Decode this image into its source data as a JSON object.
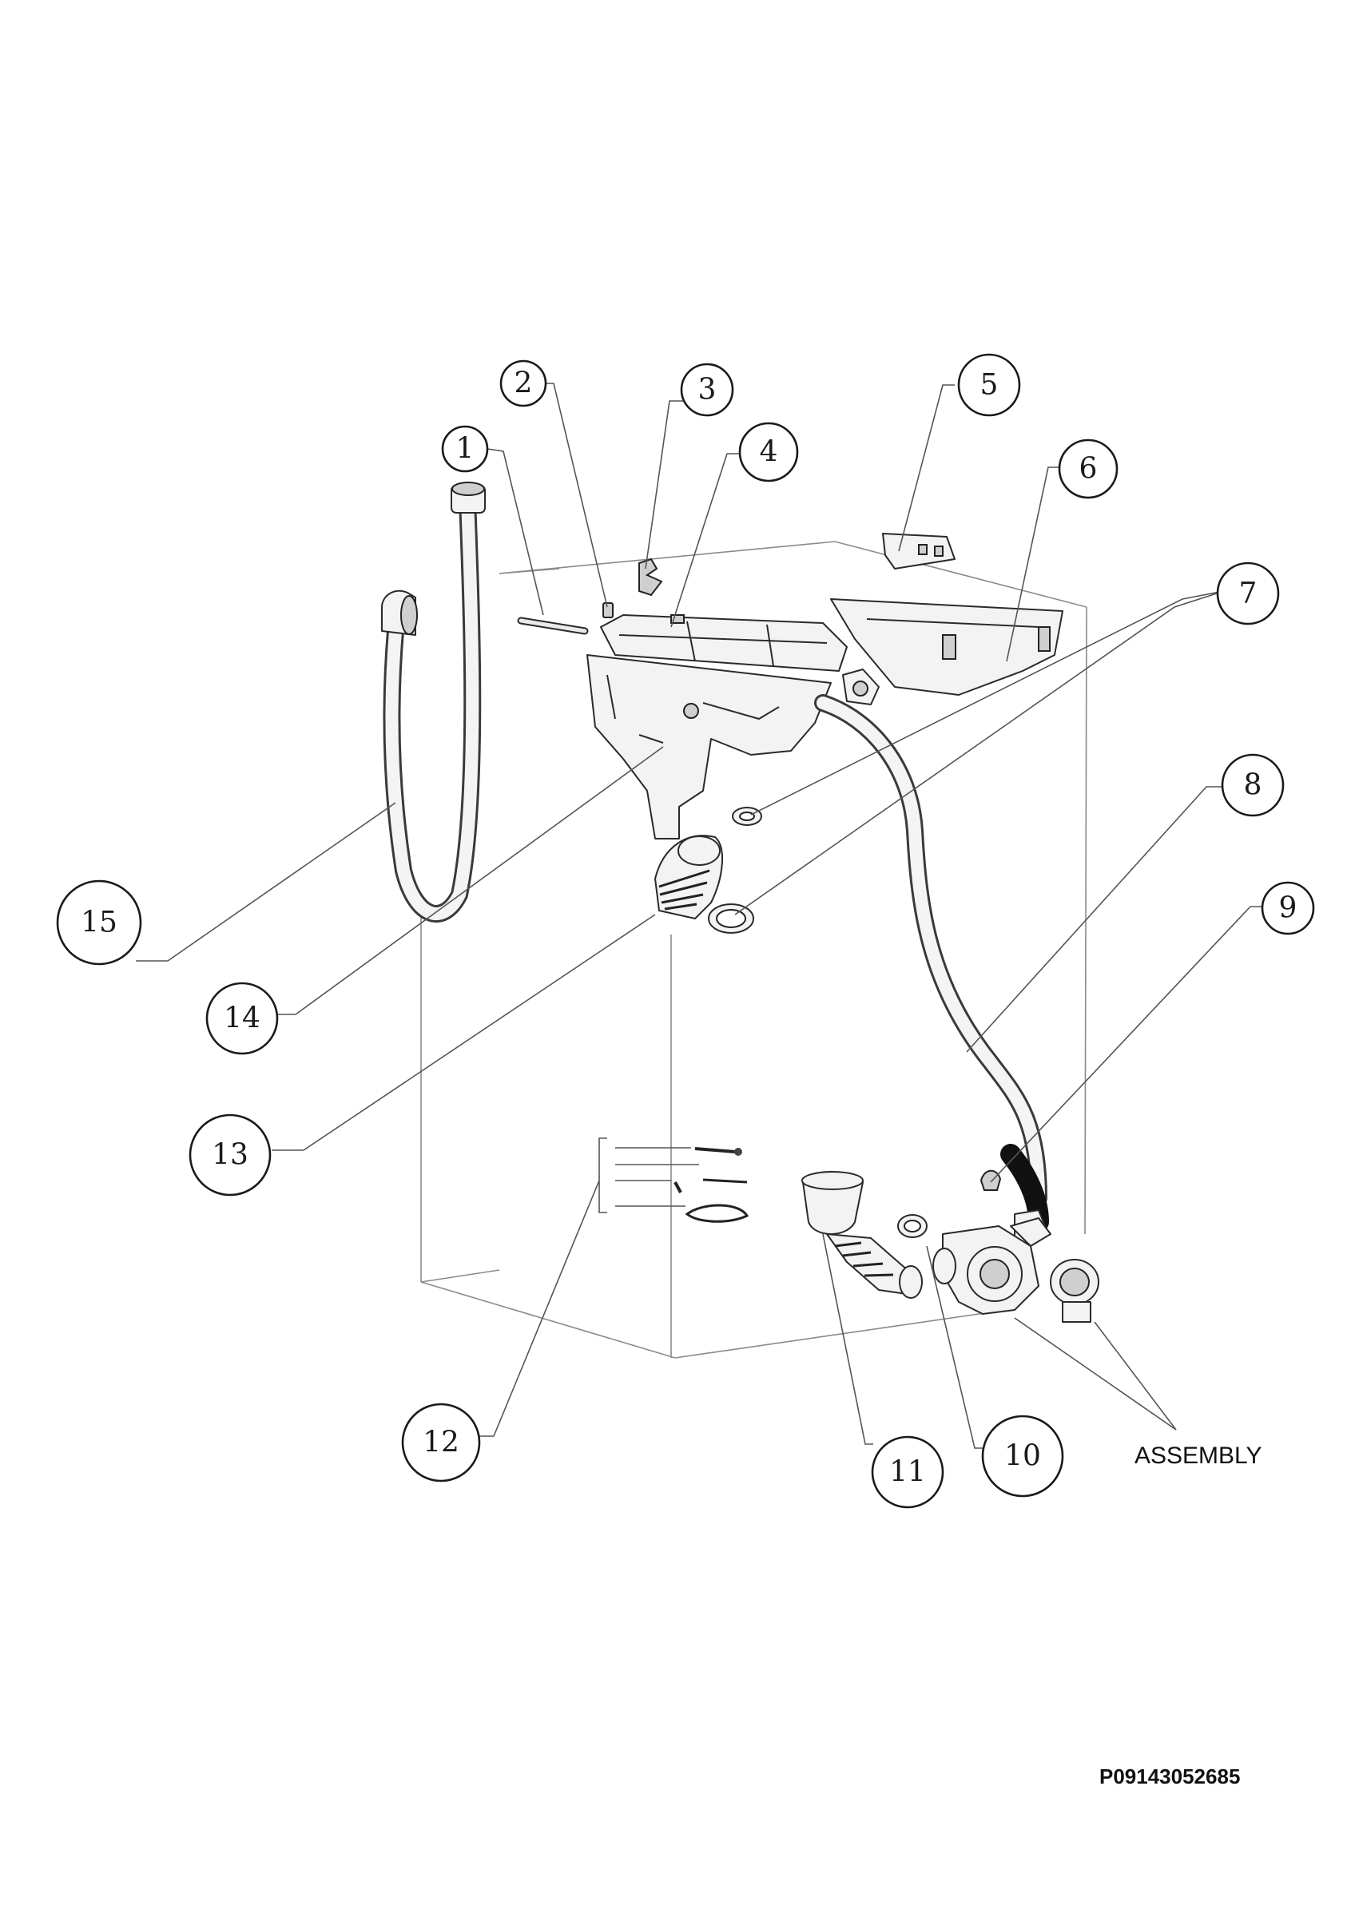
{
  "callouts": [
    {
      "n": "1"
    },
    {
      "n": "2"
    },
    {
      "n": "3"
    },
    {
      "n": "4"
    },
    {
      "n": "5"
    },
    {
      "n": "6"
    },
    {
      "n": "7"
    },
    {
      "n": "8"
    },
    {
      "n": "9"
    },
    {
      "n": "10"
    },
    {
      "n": "11"
    },
    {
      "n": "12"
    },
    {
      "n": "13"
    },
    {
      "n": "14"
    },
    {
      "n": "15"
    }
  ],
  "assembly_label": "ASSEMBLY",
  "drawing_code": "P09143052685",
  "colors": {
    "line": "#1a1a1a",
    "frame": "#8a8a8a",
    "background": "#ffffff"
  }
}
